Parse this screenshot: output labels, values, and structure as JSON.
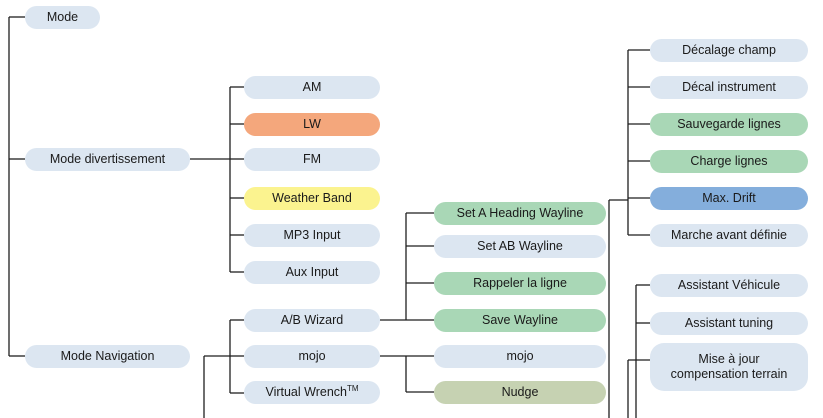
{
  "diagram": {
    "root": {
      "mode": "Mode",
      "divertissement": "Mode divertissement",
      "navigation": "Mode Navigation"
    },
    "divertissement_items": [
      "AM",
      "LW",
      "FM",
      "Weather Band",
      "MP3 Input",
      "Aux Input"
    ],
    "navigation_items": {
      "ab_wizard": "A/B Wizard",
      "mojo": "mojo",
      "virtual_wrench": "Virtual Wrench",
      "virtual_wrench_sup": "TM"
    },
    "ab_wizard_items": [
      "Set A Heading Wayline",
      "Set AB Wayline",
      "Rappeler la ligne",
      "Save Wayline"
    ],
    "mojo_items": [
      "mojo",
      "Nudge"
    ],
    "right_top_items": [
      "Décalage champ",
      "Décal instrument",
      "Sauvegarde lignes",
      "Charge lignes",
      "Max. Drift",
      "Marche avant définie"
    ],
    "right_bottom_items": [
      "Assistant Véhicule",
      "Assistant tuning"
    ],
    "right_bottom_multiline": {
      "line1": "Mise à jour",
      "line2": "compensation terrain"
    },
    "colors": {
      "default": "#dce6f1",
      "peach": "#f4a77c",
      "yellow": "#fbf38f",
      "green": "#a9d7b6",
      "olive": "#c6d2b2",
      "blue": "#84aedc",
      "connector": "#1f1f1f"
    }
  }
}
